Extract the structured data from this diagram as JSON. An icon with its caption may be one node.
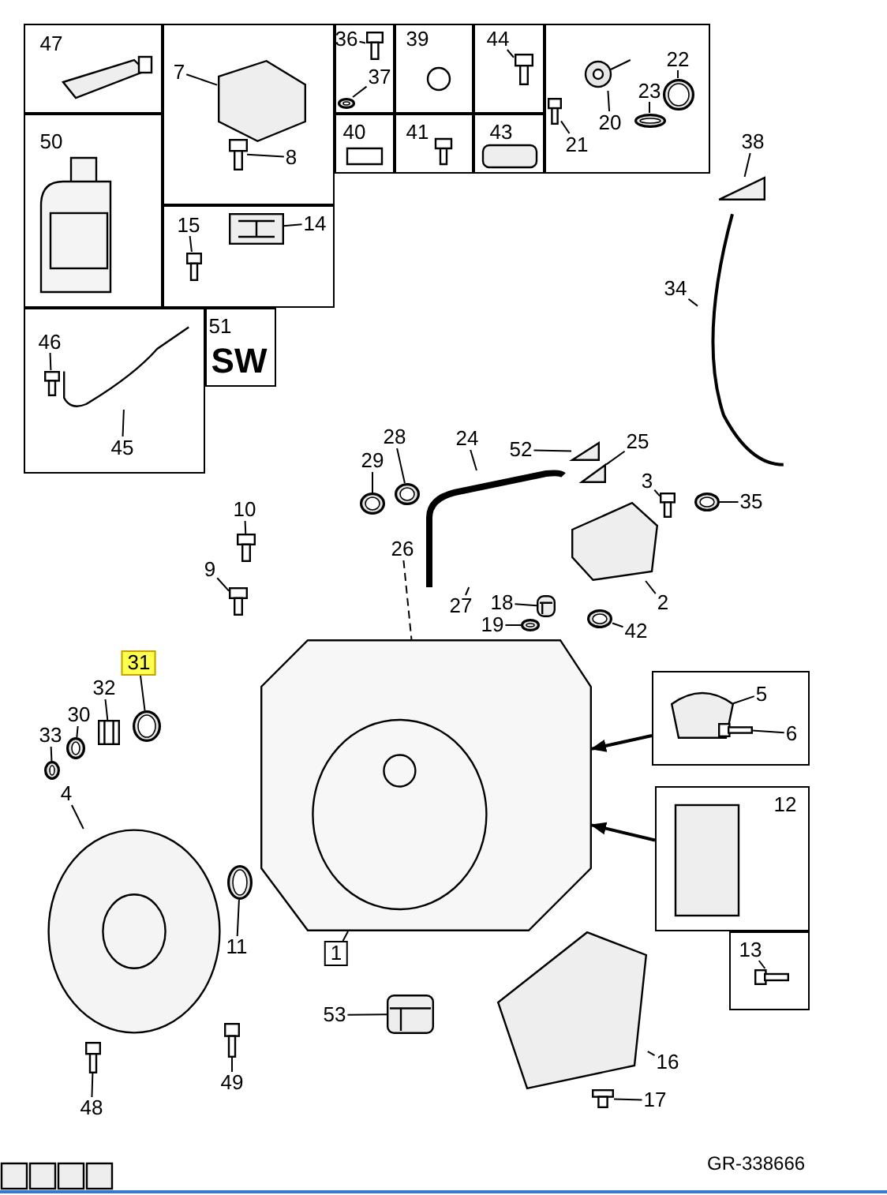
{
  "diagram": {
    "nodes": [
      {
        "text": [],
        "shape": "box"
      },
      {
        "text": [
          "47"
        ],
        "in": 0
      },
      {
        "text": [],
        "shape": "box"
      },
      {
        "text": [
          "7"
        ],
        "in": 2
      },
      {
        "text": [
          "8"
        ],
        "in": 2
      },
      {
        "text": [],
        "shape": "box"
      },
      {
        "text": [
          "36"
        ],
        "in": 5
      },
      {
        "text": [
          "37"
        ],
        "in": 5
      },
      {
        "text": [],
        "shape": "box"
      },
      {
        "text": [
          "39"
        ],
        "in": 8
      },
      {
        "text": [],
        "shape": "box"
      },
      {
        "text": [
          "44"
        ],
        "in": 10
      },
      {
        "text": [],
        "shape": "box"
      },
      {
        "text": [
          "20"
        ],
        "in": 12
      },
      {
        "text": [
          "21"
        ],
        "in": 12
      },
      {
        "text": [
          "22"
        ],
        "in": 12
      },
      {
        "text": [
          "23"
        ],
        "in": 12
      },
      {
        "text": [],
        "shape": "box"
      },
      {
        "text": [
          "40"
        ],
        "in": 17
      },
      {
        "text": [],
        "shape": "box"
      },
      {
        "text": [
          "41"
        ],
        "in": 19
      },
      {
        "text": [],
        "shape": "box"
      },
      {
        "text": [
          "43"
        ],
        "in": 21
      },
      {
        "text": [],
        "shape": "box"
      },
      {
        "text": [
          "50"
        ],
        "in": 23
      },
      {
        "text": [],
        "shape": "box"
      },
      {
        "text": [
          "15"
        ],
        "in": 25
      },
      {
        "text": [
          "14"
        ],
        "in": 25
      },
      {
        "text": [],
        "shape": "box"
      },
      {
        "text": [
          "46"
        ],
        "in": 28
      },
      {
        "text": [
          "45"
        ],
        "in": 28
      },
      {
        "text": [],
        "shape": "box"
      },
      {
        "text": [
          "51"
        ],
        "in": 31
      },
      {
        "text": [
          "SW"
        ],
        "in": 31
      },
      {
        "text": [
          "38"
        ]
      },
      {
        "text": [
          "34"
        ]
      },
      {
        "text": [
          "28"
        ]
      },
      {
        "text": [
          "29"
        ]
      },
      {
        "text": [
          "24"
        ]
      },
      {
        "text": [
          "52"
        ]
      },
      {
        "text": [
          "25"
        ]
      },
      {
        "text": [
          "3"
        ]
      },
      {
        "text": [
          "35"
        ]
      },
      {
        "text": [
          "26"
        ]
      },
      {
        "text": [
          "27"
        ]
      },
      {
        "text": [
          "2"
        ]
      },
      {
        "text": [
          "18"
        ]
      },
      {
        "text": [
          "19"
        ]
      },
      {
        "text": [
          "42"
        ]
      },
      {
        "text": [
          "10"
        ]
      },
      {
        "text": [
          "9"
        ]
      },
      {
        "text": [
          "31"
        ]
      },
      {
        "text": [
          "32"
        ]
      },
      {
        "text": [
          "30"
        ]
      },
      {
        "text": [
          "33"
        ]
      },
      {
        "text": [
          "4"
        ]
      },
      {
        "text": [
          "11"
        ]
      },
      {
        "text": [
          "1"
        ]
      },
      {
        "text": [
          "53"
        ]
      },
      {
        "text": [
          "48"
        ]
      },
      {
        "text": [
          "49"
        ]
      },
      {
        "text": [
          "16"
        ]
      },
      {
        "text": [
          "17"
        ]
      },
      {
        "text": [],
        "shape": "box"
      },
      {
        "text": [
          "5"
        ],
        "in": 63
      },
      {
        "text": [
          "6"
        ],
        "in": 63
      },
      {
        "text": [],
        "shape": "box"
      },
      {
        "text": [
          "12"
        ],
        "in": 66
      },
      {
        "text": [],
        "shape": "box"
      },
      {
        "text": [
          "13"
        ],
        "in": 68
      },
      {
        "text": [],
        "shape": "picture",
        "in": 2
      },
      {
        "text": [],
        "shape": "picture",
        "in": 2
      },
      {
        "text": [],
        "shape": "picture",
        "in": 5
      },
      {
        "text": [],
        "shape": "picture",
        "in": 5
      },
      {
        "text": [],
        "shape": "picture",
        "in": 10
      },
      {
        "text": [],
        "shape": "picture",
        "in": 12
      },
      {
        "text": [],
        "shape": "picture",
        "in": 12
      },
      {
        "text": [],
        "shape": "picture",
        "in": 12
      },
      {
        "text": [],
        "shape": "picture",
        "in": 12
      },
      {
        "text": [],
        "shape": "picture",
        "in": 25
      },
      {
        "text": [],
        "shape": "picture",
        "in": 25
      },
      {
        "text": [],
        "shape": "picture",
        "in": 28
      },
      {
        "text": [],
        "shape": "picture",
        "in": 28
      },
      {
        "text": [],
        "shape": "picture"
      },
      {
        "text": [],
        "shape": "picture"
      },
      {
        "text": [],
        "shape": "picture"
      },
      {
        "text": [],
        "shape": "picture"
      },
      {
        "text": [],
        "shape": "picture"
      },
      {
        "text": [],
        "shape": "picture"
      },
      {
        "text": [],
        "shape": "picture"
      },
      {
        "text": [],
        "shape": "picture"
      },
      {
        "text": [],
        "shape": "picture"
      },
      {
        "text": [],
        "shape": "picture"
      },
      {
        "text": [],
        "shape": "picture"
      },
      {
        "text": [],
        "shape": "picture"
      },
      {
        "text": [],
        "shape": "picture"
      },
      {
        "text": [],
        "shape": "picture"
      },
      {
        "text": [],
        "shape": "picture"
      },
      {
        "text": [],
        "shape": "picture"
      },
      {
        "text": [],
        "shape": "picture"
      },
      {
        "text": [],
        "shape": "picture"
      },
      {
        "text": [],
        "shape": "picture"
      },
      {
        "text": [],
        "shape": "picture"
      },
      {
        "text": [],
        "shape": "picture"
      },
      {
        "text": [],
        "shape": "picture"
      },
      {
        "text": [],
        "shape": "picture"
      },
      {
        "text": [],
        "shape": "picture"
      },
      {
        "text": [],
        "shape": "picture"
      },
      {
        "text": [],
        "shape": "picture"
      },
      {
        "text": [],
        "shape": "picture"
      },
      {
        "text": [],
        "shape": "picture",
        "in": 63
      },
      {
        "text": [],
        "shape": "picture",
        "in": 63
      },
      {
        "text": [],
        "shape": "picture",
        "in": 68
      }
    ],
    "edges": [
      {
        "from": 3,
        "to": 70,
        "arrow": "none"
      },
      {
        "from": 4,
        "to": 71,
        "arrow": "none"
      },
      {
        "from": 6,
        "to": 72,
        "arrow": "none"
      },
      {
        "from": 7,
        "to": 73,
        "arrow": "none"
      },
      {
        "from": 11,
        "to": 74,
        "arrow": "none"
      },
      {
        "from": 13,
        "to": 75,
        "arrow": "none"
      },
      {
        "from": 14,
        "to": 76,
        "arrow": "none"
      },
      {
        "from": 15,
        "to": 77,
        "arrow": "none"
      },
      {
        "from": 16,
        "to": 78,
        "arrow": "none"
      },
      {
        "from": 26,
        "to": 79,
        "arrow": "none"
      },
      {
        "from": 27,
        "to": 80,
        "arrow": "none"
      },
      {
        "from": 29,
        "to": 81,
        "arrow": "none"
      },
      {
        "from": 30,
        "to": 82,
        "arrow": "none"
      },
      {
        "from": 34,
        "to": 83,
        "arrow": "none"
      },
      {
        "from": 35,
        "to": 84,
        "arrow": "none"
      },
      {
        "from": 36,
        "to": 85,
        "arrow": "none"
      },
      {
        "from": 37,
        "to": 86,
        "arrow": "none"
      },
      {
        "from": 38,
        "to": 87,
        "arrow": "none"
      },
      {
        "from": 39,
        "to": 88,
        "arrow": "none"
      },
      {
        "from": 40,
        "to": 89,
        "arrow": "none"
      },
      {
        "from": 41,
        "to": 90,
        "arrow": "none"
      },
      {
        "from": 42,
        "to": 91,
        "arrow": "none"
      },
      {
        "from": 43,
        "to": 92,
        "arrow": "none",
        "style": "dashed"
      },
      {
        "from": 44,
        "to": 87,
        "arrow": "none"
      },
      {
        "from": 45,
        "to": 93,
        "arrow": "none"
      },
      {
        "from": 46,
        "to": 94,
        "arrow": "none"
      },
      {
        "from": 47,
        "to": 95,
        "arrow": "none"
      },
      {
        "from": 48,
        "to": 96,
        "arrow": "none"
      },
      {
        "from": 49,
        "to": 97,
        "arrow": "none"
      },
      {
        "from": 50,
        "to": 98,
        "arrow": "none"
      },
      {
        "from": 51,
        "to": 99,
        "arrow": "none"
      },
      {
        "from": 52,
        "to": 100,
        "arrow": "none"
      },
      {
        "from": 53,
        "to": 101,
        "arrow": "none"
      },
      {
        "from": 54,
        "to": 102,
        "arrow": "none"
      },
      {
        "from": 55,
        "to": 103,
        "arrow": "none"
      },
      {
        "from": 56,
        "to": 104,
        "arrow": "none"
      },
      {
        "from": 57,
        "to": 92,
        "arrow": "none"
      },
      {
        "from": 58,
        "to": 105,
        "arrow": "none"
      },
      {
        "from": 59,
        "to": 106,
        "arrow": "none"
      },
      {
        "from": 60,
        "to": 107,
        "arrow": "none"
      },
      {
        "from": 61,
        "to": 108,
        "arrow": "none",
        "style": "dashed"
      },
      {
        "from": 62,
        "to": 109,
        "arrow": "none"
      },
      {
        "from": 64,
        "to": 110,
        "arrow": "none"
      },
      {
        "from": 65,
        "to": 111,
        "arrow": "none"
      },
      {
        "from": 69,
        "to": 112,
        "arrow": "none"
      },
      {
        "from": 63,
        "to": 92,
        "arrow": "to"
      },
      {
        "from": 66,
        "to": 92,
        "arrow": "to"
      }
    ],
    "labels": [
      "GR-338666"
    ]
  }
}
